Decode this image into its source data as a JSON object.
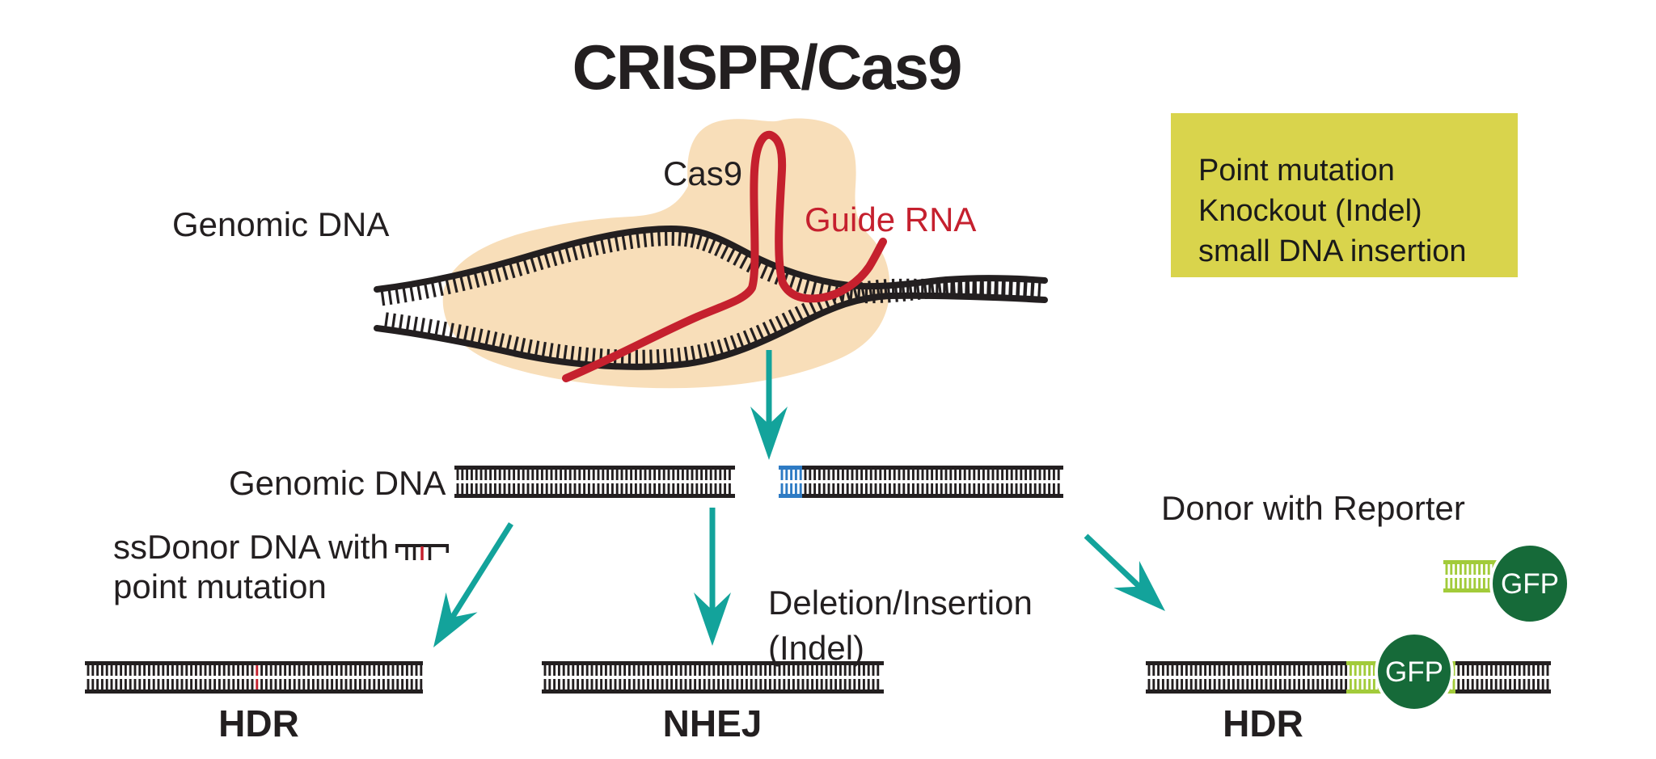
{
  "title": "CRISPR/Cas9",
  "callout": {
    "lines": [
      "Point mutation",
      "Knockout (Indel)",
      "small DNA insertion"
    ],
    "background": "#d9d44c"
  },
  "labels": {
    "cas9": "Cas9",
    "guide_rna": "Guide RNA",
    "genomic_dna_top": "Genomic DNA",
    "genomic_dna_mid": "Genomic DNA",
    "ssdonor": [
      "ssDonor DNA with",
      "point mutation"
    ],
    "indel": [
      "Deletion/Insertion",
      "(Indel)"
    ],
    "donor_reporter": "Donor with Reporter",
    "outcome_left": "HDR",
    "outcome_mid": "NHEJ",
    "outcome_right": "HDR",
    "gfp": "GFP"
  },
  "colors": {
    "ink": "#231f20",
    "teal": "#13a39b",
    "red": "#c5202e",
    "peach": "#f8deb9",
    "yellow": "#d9d44c",
    "blue": "#2e7bc4",
    "gfp_green": "#166a39",
    "light_green": "#a2cb3a"
  }
}
